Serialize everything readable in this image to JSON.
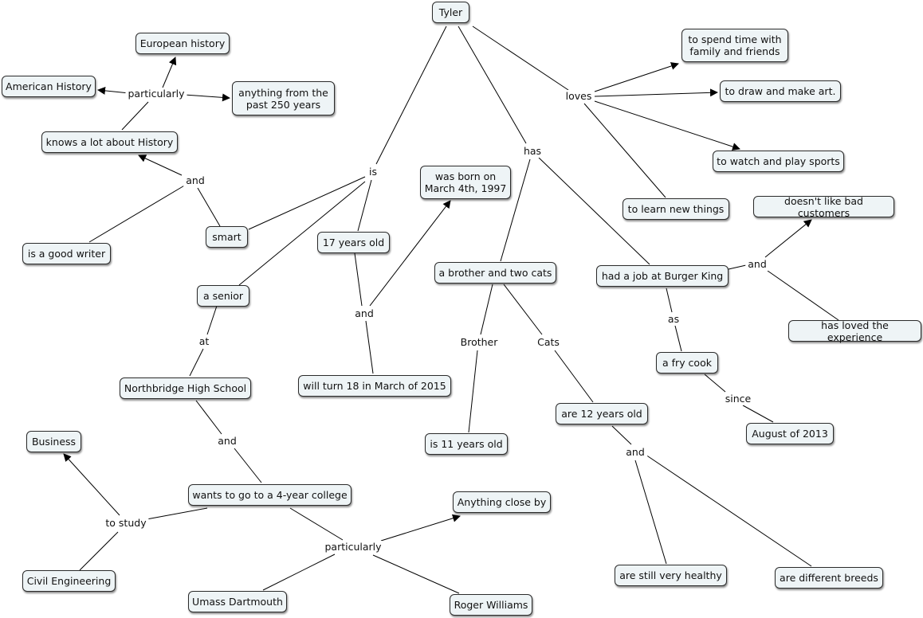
{
  "concepts": {
    "tyler": "Tyler",
    "european_history": "European history",
    "american_history": "American History",
    "past_250": "anything from the\npast 250 years",
    "knows_history": "knows a lot about History",
    "good_writer": "is a good writer",
    "smart": "smart",
    "seventeen": "17 years old",
    "born": "was born on\nMarch 4th, 1997",
    "will_turn_18": "will turn 18 in March of 2015",
    "senior": "a senior",
    "northbridge": "Northbridge High School",
    "business": "Business",
    "civil_engineering": "Civil Engineering",
    "college": "wants to go to a 4-year college",
    "umass": "Umass Dartmouth",
    "roger_williams": "Roger Williams",
    "close_by": "Anything close by",
    "brother_cats": "a brother and two cats",
    "eleven": "is 11 years old",
    "twelve": "are 12 years old",
    "healthy": "are still very healthy",
    "breeds": "are different breeds",
    "spend_time": "to spend time with\nfamily and friends",
    "draw_art": "to draw and make art.",
    "sports": "to watch and play sports",
    "learn": "to learn new things",
    "bad_customers": "doesn't like bad customers",
    "burger_king": "had a job at Burger King",
    "loved_experience": "has loved the experience",
    "fry_cook": "a fry cook",
    "august": "August of 2013"
  },
  "phrases": {
    "particularly_top": "particularly",
    "and_history": "and",
    "is": "is",
    "has": "has",
    "loves": "loves",
    "and_age": "and",
    "at": "at",
    "and_school": "and",
    "to_study": "to study",
    "particularly_bottom": "particularly",
    "brother": "Brother",
    "cats": "Cats",
    "and_cats": "and",
    "and_job": "and",
    "as": "as",
    "since": "since"
  },
  "colors": {
    "node_fill": "#eef4f6",
    "node_border": "#2b2b2b",
    "line": "#000000"
  }
}
